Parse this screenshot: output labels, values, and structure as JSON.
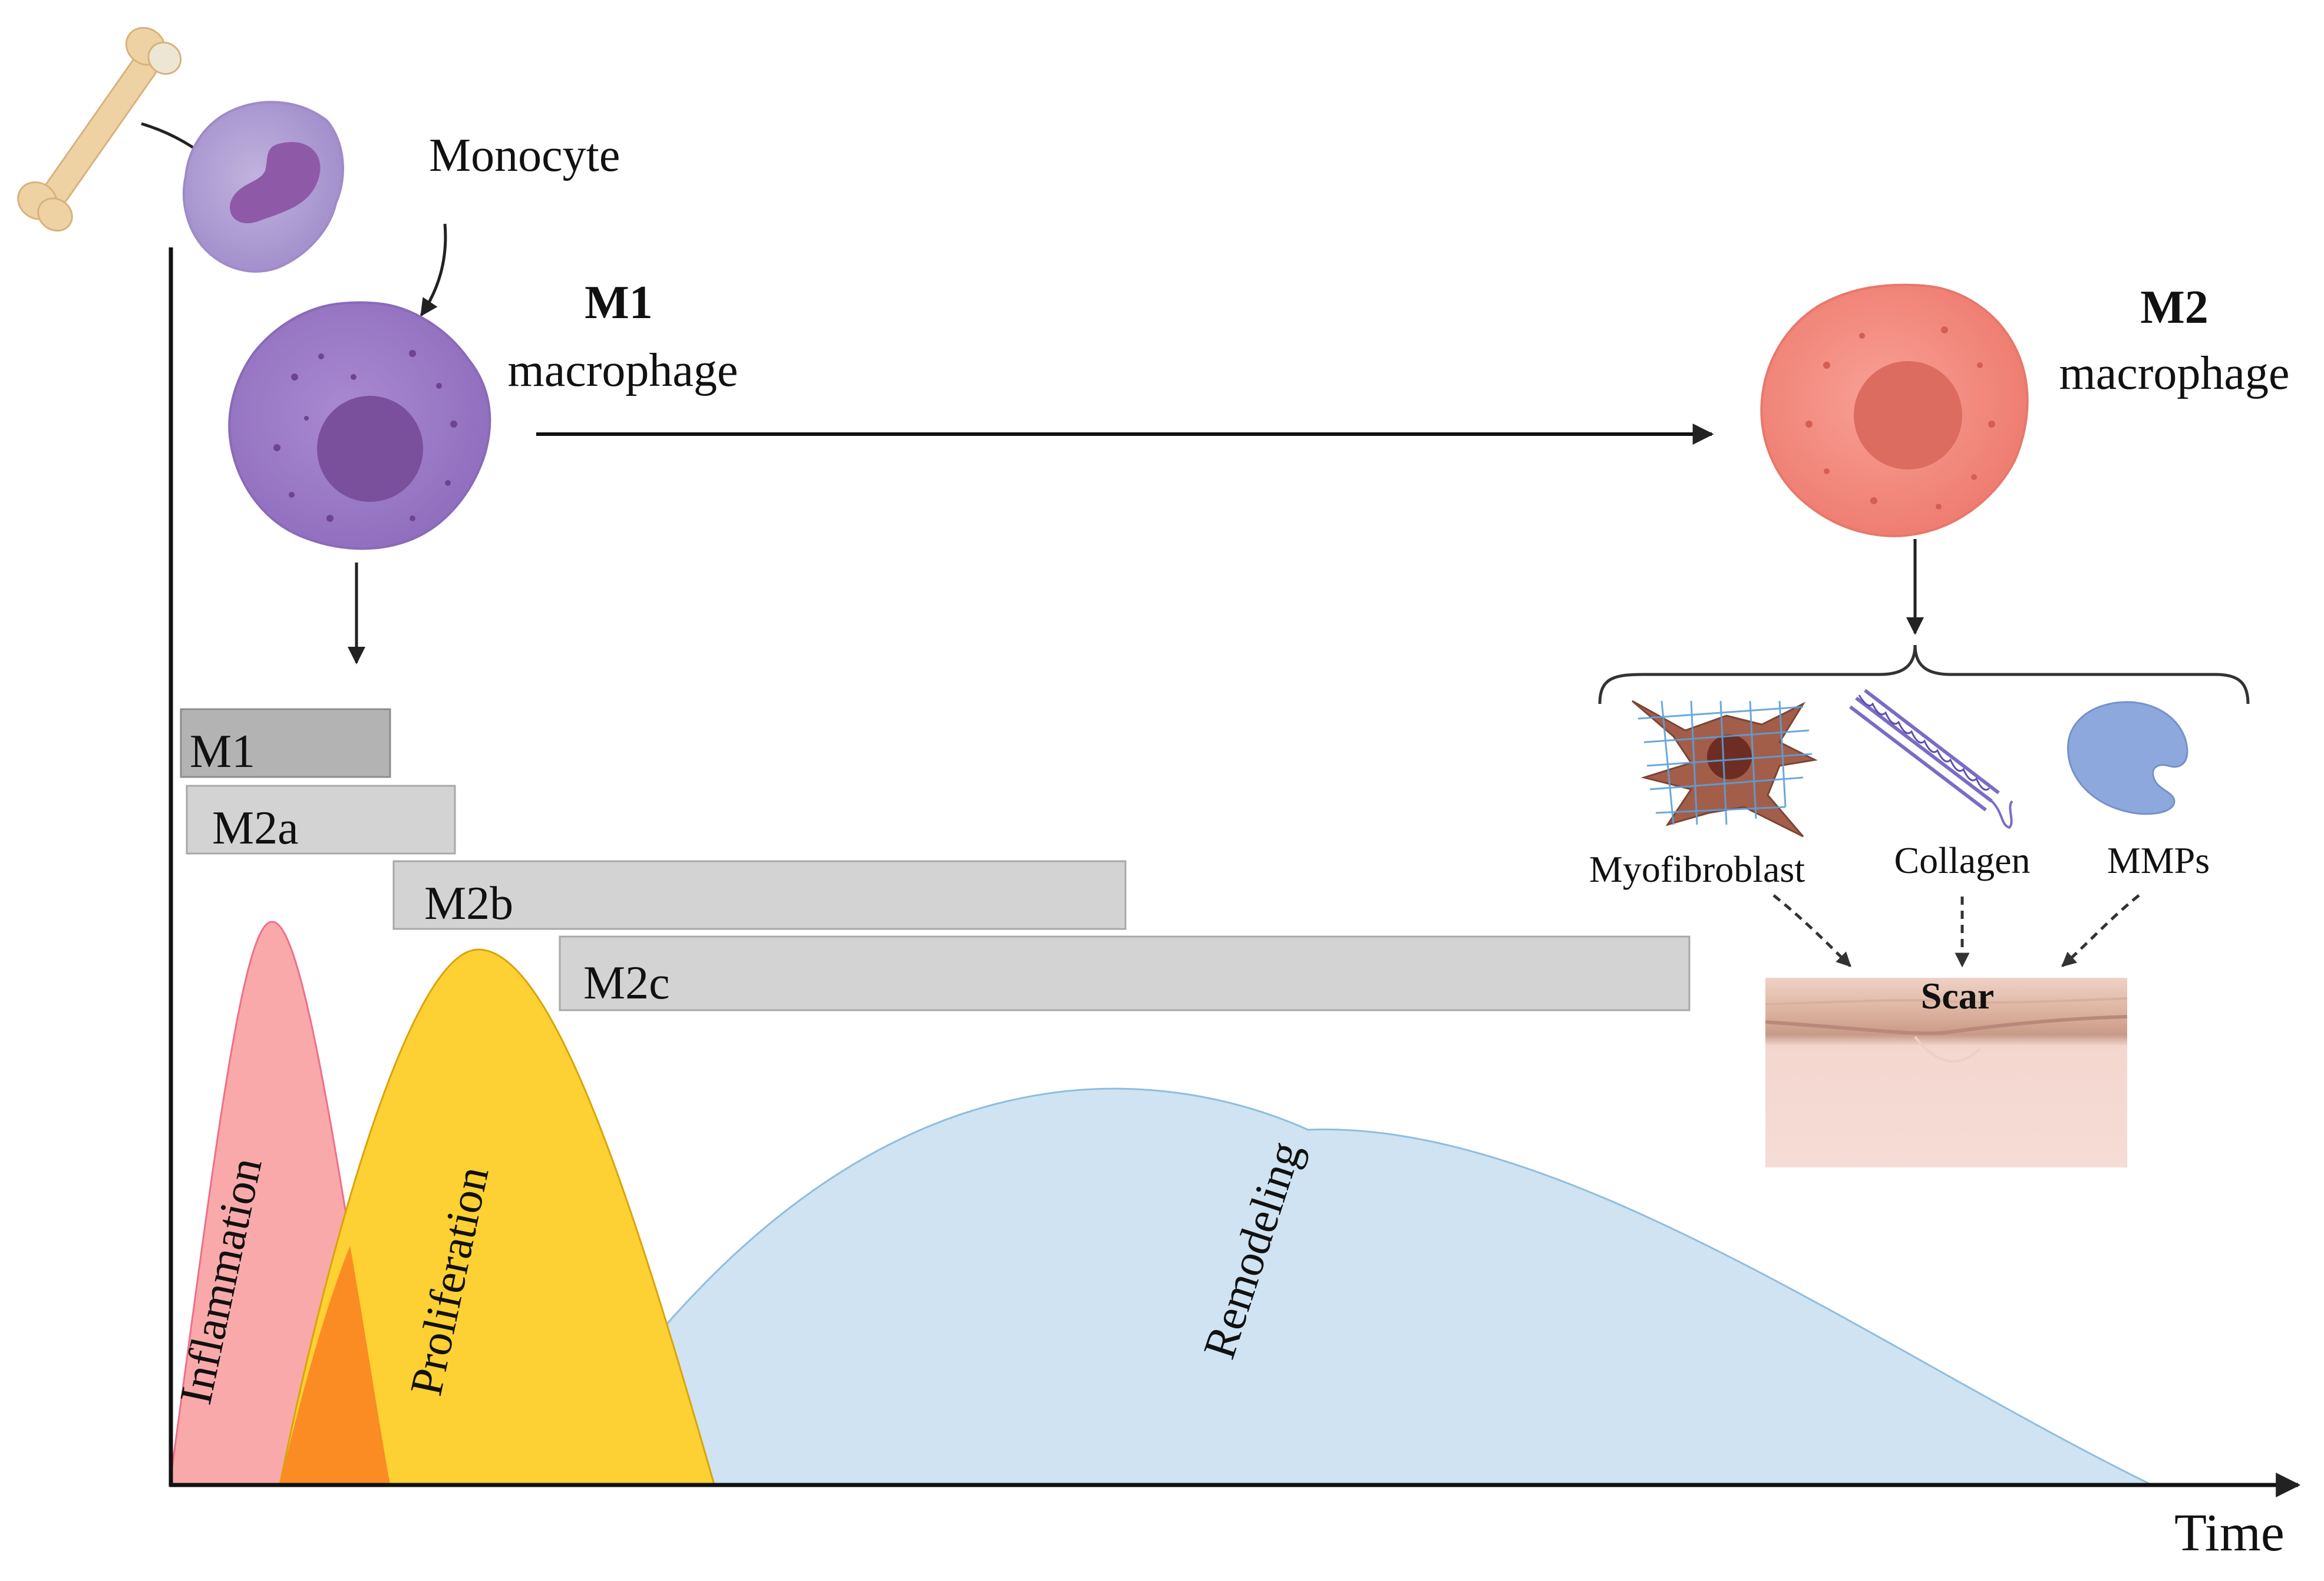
{
  "labels": {
    "monocyte": "Monocyte",
    "m1_title": "M1",
    "m1_subtitle": "macrophage",
    "m2_title": "M2",
    "m2_subtitle": "macrophage",
    "myofibroblast": "Myofibroblast",
    "collagen": "Collagen",
    "mmps": "MMPs",
    "scar": "Scar",
    "time_axis": "Time"
  },
  "bars": [
    {
      "label": "M1"
    },
    {
      "label": "M2a"
    },
    {
      "label": "M2b"
    },
    {
      "label": "M2c"
    }
  ],
  "phases": [
    {
      "label": "Inflammation"
    },
    {
      "label": "Proliferation"
    },
    {
      "label": "Remodeling"
    }
  ],
  "colors": {
    "monocyte": "#a995cf",
    "monocyte_nucleus": "#8e5aa8",
    "m1_macrophage": "#9b79c4",
    "m1_nucleus": "#7a4f9c",
    "m2_macrophage": "#f2867a",
    "m2_nucleus": "#dc6c60",
    "bar_dark": "#b3b3b3",
    "bar_light": "#d3d3d3",
    "inflammation": "#f9a9a9",
    "proliferation": "#fdd033",
    "overlap": "#fb8b23",
    "remodeling": "#cfe3f2",
    "bone": "#eed2a4",
    "myofibroblast": "#a35e4a",
    "collagen": "#7b6bc6",
    "mmps": "#8ca8dc",
    "scar_skin": "#f4d5cf"
  },
  "icons": [
    "bone-icon",
    "monocyte-icon",
    "m1-macrophage-icon",
    "m2-macrophage-icon",
    "myofibroblast-icon",
    "collagen-icon",
    "mmps-icon",
    "scar-skin-icon"
  ]
}
